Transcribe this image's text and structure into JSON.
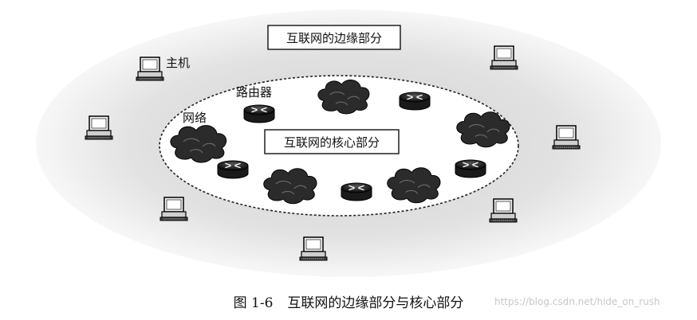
{
  "diagram": {
    "edge_label": "互联网的边缘部分",
    "core_label": "互联网的核心部分",
    "host_label": "主机",
    "router_label": "路由器",
    "network_label": "网络"
  },
  "caption": {
    "number": "图 1-6",
    "text": "互联网的边缘部分与核心部分"
  },
  "watermark": "https://blog.csdn.net/hide_on_rush"
}
